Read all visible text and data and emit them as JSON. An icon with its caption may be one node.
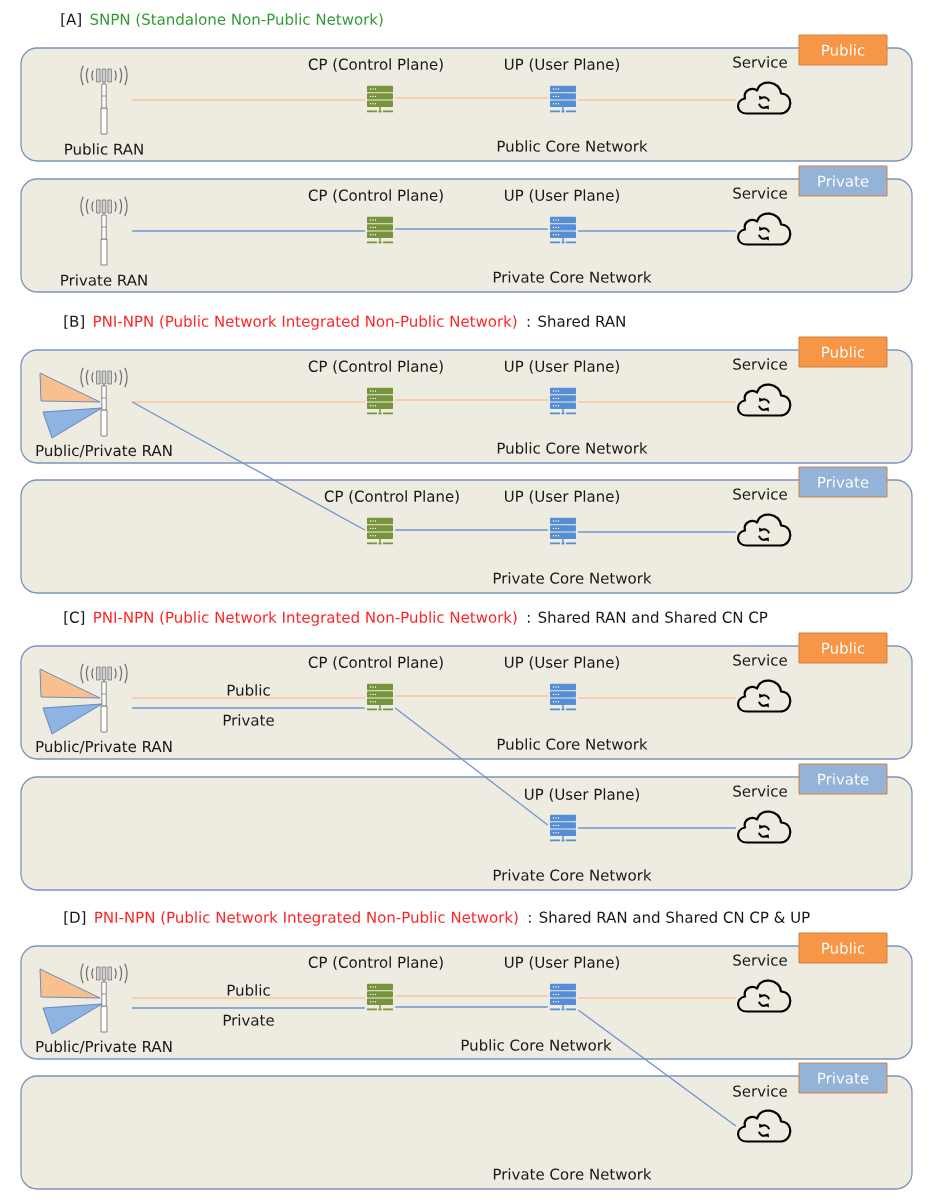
{
  "diagram": {
    "nodes": [
      {
        "text": [
          "Public Core Network"
        ]
      },
      {
        "text": [
          "Public"
        ]
      },
      {
        "text": [],
        "shape": "picture",
        "beside": [
          "Public RAN"
        ],
        "in": 0
      },
      {
        "text": [],
        "shape": "picture",
        "beside": [
          "CP (Control Plane)"
        ],
        "in": 0
      },
      {
        "text": [],
        "shape": "picture",
        "beside": [
          "UP (User Plane)"
        ],
        "in": 0
      },
      {
        "text": [],
        "shape": "cloud",
        "beside": [
          "Service"
        ],
        "in": 0
      },
      {
        "text": [
          "Private Core Network"
        ]
      },
      {
        "text": [
          "Private"
        ]
      },
      {
        "text": [],
        "shape": "picture",
        "beside": [
          "Private RAN"
        ],
        "in": 6
      },
      {
        "text": [],
        "shape": "picture",
        "beside": [
          "CP (Control Plane)"
        ],
        "in": 6
      },
      {
        "text": [],
        "shape": "picture",
        "beside": [
          "UP (User Plane)"
        ],
        "in": 6
      },
      {
        "text": [],
        "shape": "cloud",
        "beside": [
          "Service"
        ],
        "in": 6
      },
      {
        "text": [
          "Public Core Network"
        ]
      },
      {
        "text": [
          "Public"
        ]
      },
      {
        "text": [],
        "shape": "picture",
        "beside": [
          "Public/Private RAN"
        ],
        "in": 12
      },
      {
        "text": [],
        "shape": "picture",
        "beside": [
          "CP (Control Plane)"
        ],
        "in": 12
      },
      {
        "text": [],
        "shape": "picture",
        "beside": [
          "UP (User Plane)"
        ],
        "in": 12
      },
      {
        "text": [],
        "shape": "cloud",
        "beside": [
          "Service"
        ],
        "in": 12
      },
      {
        "text": [
          "Private Core Network"
        ]
      },
      {
        "text": [
          "Private"
        ]
      },
      {
        "text": [],
        "shape": "picture",
        "beside": [
          "CP (Control Plane)"
        ],
        "in": 18
      },
      {
        "text": [],
        "shape": "picture",
        "beside": [
          "UP (User Plane)"
        ],
        "in": 18
      },
      {
        "text": [],
        "shape": "cloud",
        "beside": [
          "Service"
        ],
        "in": 18
      },
      {
        "text": [
          "Public Core Network"
        ]
      },
      {
        "text": [
          "Public"
        ]
      },
      {
        "text": [],
        "shape": "picture",
        "beside": [
          "Public/Private RAN"
        ],
        "in": 23
      },
      {
        "text": [],
        "shape": "picture",
        "beside": [
          "CP (Control Plane)"
        ],
        "in": 23
      },
      {
        "text": [],
        "shape": "picture",
        "beside": [
          "UP (User Plane)"
        ],
        "in": 23
      },
      {
        "text": [],
        "shape": "cloud",
        "beside": [
          "Service"
        ],
        "in": 23
      },
      {
        "text": [
          "Private Core Network"
        ]
      },
      {
        "text": [
          "Private"
        ]
      },
      {
        "text": [],
        "shape": "picture",
        "beside": [
          "UP (User Plane)"
        ],
        "in": 29
      },
      {
        "text": [],
        "shape": "cloud",
        "beside": [
          "Service"
        ],
        "in": 29
      },
      {
        "text": [
          "Public Core Network"
        ]
      },
      {
        "text": [
          "Public"
        ]
      },
      {
        "text": [],
        "shape": "picture",
        "beside": [
          "Public/Private RAN"
        ],
        "in": 33
      },
      {
        "text": [],
        "shape": "picture",
        "beside": [
          "CP (Control Plane)"
        ],
        "in": 33
      },
      {
        "text": [],
        "shape": "picture",
        "beside": [
          "UP (User Plane)"
        ],
        "in": 33
      },
      {
        "text": [],
        "shape": "cloud",
        "beside": [
          "Service"
        ],
        "in": 33
      },
      {
        "text": [
          "Private Core Network"
        ]
      },
      {
        "text": [
          "Private"
        ]
      },
      {
        "text": [],
        "shape": "cloud",
        "beside": [
          "Service"
        ],
        "in": 39
      }
    ],
    "edges": [
      {
        "from": 2,
        "to": 3,
        "arrow": "none",
        "color": "#f8c39b"
      },
      {
        "from": 3,
        "to": 4,
        "arrow": "none",
        "color": "#f8c39b"
      },
      {
        "from": 4,
        "to": 5,
        "arrow": "none",
        "color": "#f8c39b"
      },
      {
        "from": 8,
        "to": 9,
        "arrow": "none",
        "color": "#6f94cf"
      },
      {
        "from": 9,
        "to": 10,
        "arrow": "none",
        "color": "#6f94cf"
      },
      {
        "from": 10,
        "to": 11,
        "arrow": "none",
        "color": "#6f94cf"
      },
      {
        "from": 14,
        "to": 15,
        "arrow": "none",
        "color": "#f8c39b"
      },
      {
        "from": 15,
        "to": 16,
        "arrow": "none",
        "color": "#f8c39b"
      },
      {
        "from": 16,
        "to": 17,
        "arrow": "none",
        "color": "#f8c39b"
      },
      {
        "from": 14,
        "to": 20,
        "arrow": "none",
        "color": "#6f94cf"
      },
      {
        "from": 20,
        "to": 21,
        "arrow": "none",
        "color": "#6f94cf"
      },
      {
        "from": 21,
        "to": 22,
        "arrow": "none",
        "color": "#6f94cf"
      },
      {
        "from": 25,
        "to": 26,
        "arrow": "none",
        "color": "#f8c39b",
        "label": "Public"
      },
      {
        "from": 25,
        "to": 26,
        "arrow": "none",
        "color": "#6f94cf",
        "label": "Private"
      },
      {
        "from": 26,
        "to": 27,
        "arrow": "none",
        "color": "#f8c39b"
      },
      {
        "from": 27,
        "to": 28,
        "arrow": "none",
        "color": "#f8c39b"
      },
      {
        "from": 26,
        "to": 31,
        "arrow": "none",
        "color": "#6f94cf"
      },
      {
        "from": 31,
        "to": 32,
        "arrow": "none",
        "color": "#6f94cf"
      },
      {
        "from": 35,
        "to": 36,
        "arrow": "none",
        "color": "#f8c39b",
        "label": "Public"
      },
      {
        "from": 35,
        "to": 36,
        "arrow": "none",
        "color": "#6f94cf",
        "label": "Private"
      },
      {
        "from": 36,
        "to": 37,
        "arrow": "none",
        "color": "#f8c39b"
      },
      {
        "from": 36,
        "to": 37,
        "arrow": "none",
        "color": "#6f94cf"
      },
      {
        "from": 37,
        "to": 38,
        "arrow": "none",
        "color": "#f8c39b"
      },
      {
        "from": 37,
        "to": 41,
        "arrow": "none",
        "color": "#6f94cf"
      }
    ],
    "labels": [
      "[A]",
      "SNPN (Standalone Non-Public Network)",
      "[B]",
      "PNI-NPN (Public Network Integrated Non-Public Network)",
      ": Shared RAN",
      "[C]",
      "PNI-NPN (Public Network Integrated Non-Public Network)",
      ": Shared RAN and Shared CN CP",
      "[D]",
      "PNI-NPN (Public Network Integrated Non-Public Network)",
      ": Shared RAN and Shared CN CP & UP"
    ]
  }
}
